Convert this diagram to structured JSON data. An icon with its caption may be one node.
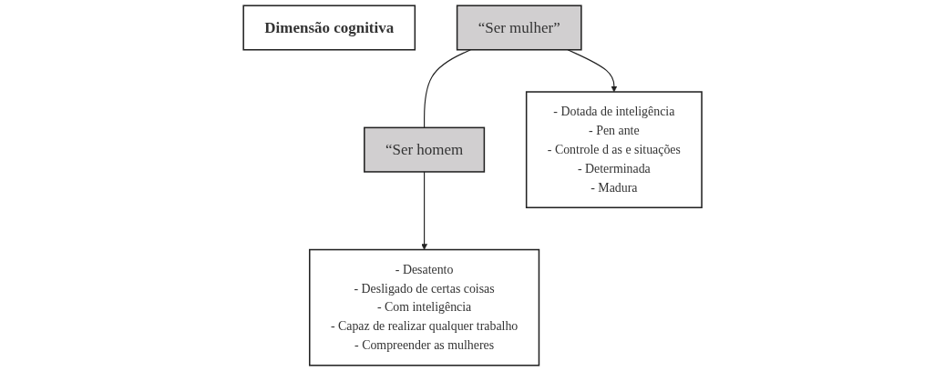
{
  "diagram": {
    "nodes": [
      {
        "text": [
          "Dimensão cognitiva"
        ]
      },
      {
        "text": [
          "“Ser mulher”"
        ]
      },
      {
        "text": [
          "“Ser homem"
        ]
      },
      {
        "text": [
          "- Dotada de inteligência",
          "- Pen ante",
          "- Controle d as e situações",
          "- Determinada",
          "- Madura"
        ]
      },
      {
        "text": [
          "- Desatento",
          "- Desligado de certas coisas",
          "- Com inteligência",
          "- Capaz de realizar qualquer trabalho",
          "- Compreender as mulheres"
        ]
      }
    ],
    "edges": [
      {
        "from": 1,
        "to": 2,
        "arrow": "none"
      },
      {
        "from": 1,
        "to": 3,
        "arrow": "to"
      },
      {
        "from": 2,
        "to": 4,
        "arrow": "to"
      }
    ]
  }
}
